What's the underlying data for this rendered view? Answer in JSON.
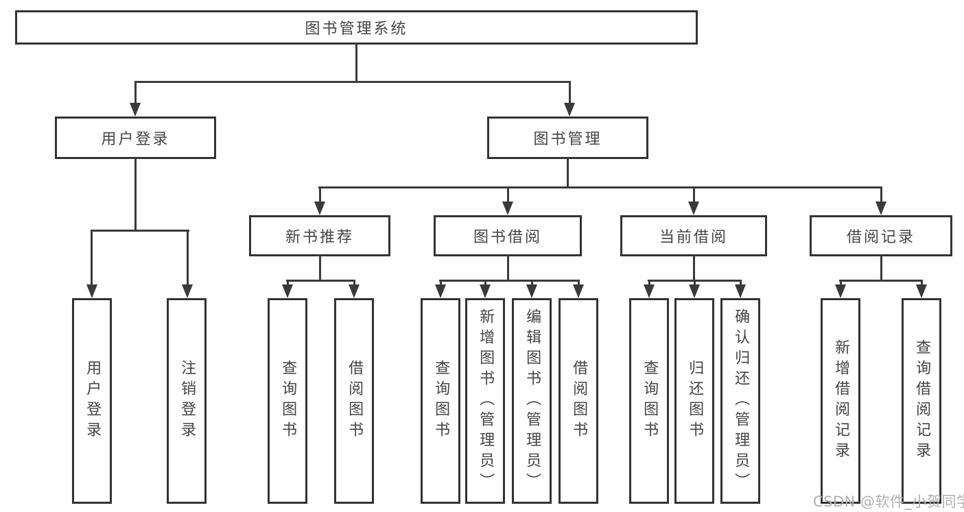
{
  "diagram": {
    "root": "图书管理系统",
    "branches": [
      {
        "label": "用户登录",
        "children": [
          {
            "label": "用户登录"
          },
          {
            "label": "注销登录"
          }
        ]
      },
      {
        "label": "图书管理",
        "groups": [
          {
            "label": "新书推荐",
            "children": [
              {
                "label": "查询图书"
              },
              {
                "label": "借阅图书"
              }
            ]
          },
          {
            "label": "图书借阅",
            "children": [
              {
                "label": "查询图书"
              },
              {
                "label": "新增图书（管理员）"
              },
              {
                "label": "编辑图书（管理员）"
              },
              {
                "label": "借阅图书"
              }
            ]
          },
          {
            "label": "当前借阅",
            "children": [
              {
                "label": "查询图书"
              },
              {
                "label": "归还图书"
              },
              {
                "label": "确认归还（管理员）"
              }
            ]
          },
          {
            "label": "借阅记录",
            "children": [
              {
                "label": "新增借阅记录"
              },
              {
                "label": "查询借阅记录"
              }
            ]
          }
        ]
      }
    ]
  },
  "watermark": {
    "text": "CSDN @软件_小贺同学",
    "color": "#b0b0b0"
  },
  "colors": {
    "line": "#3a3a3a",
    "box_border": "#333333",
    "text": "#444444",
    "background": "#ffffff"
  }
}
